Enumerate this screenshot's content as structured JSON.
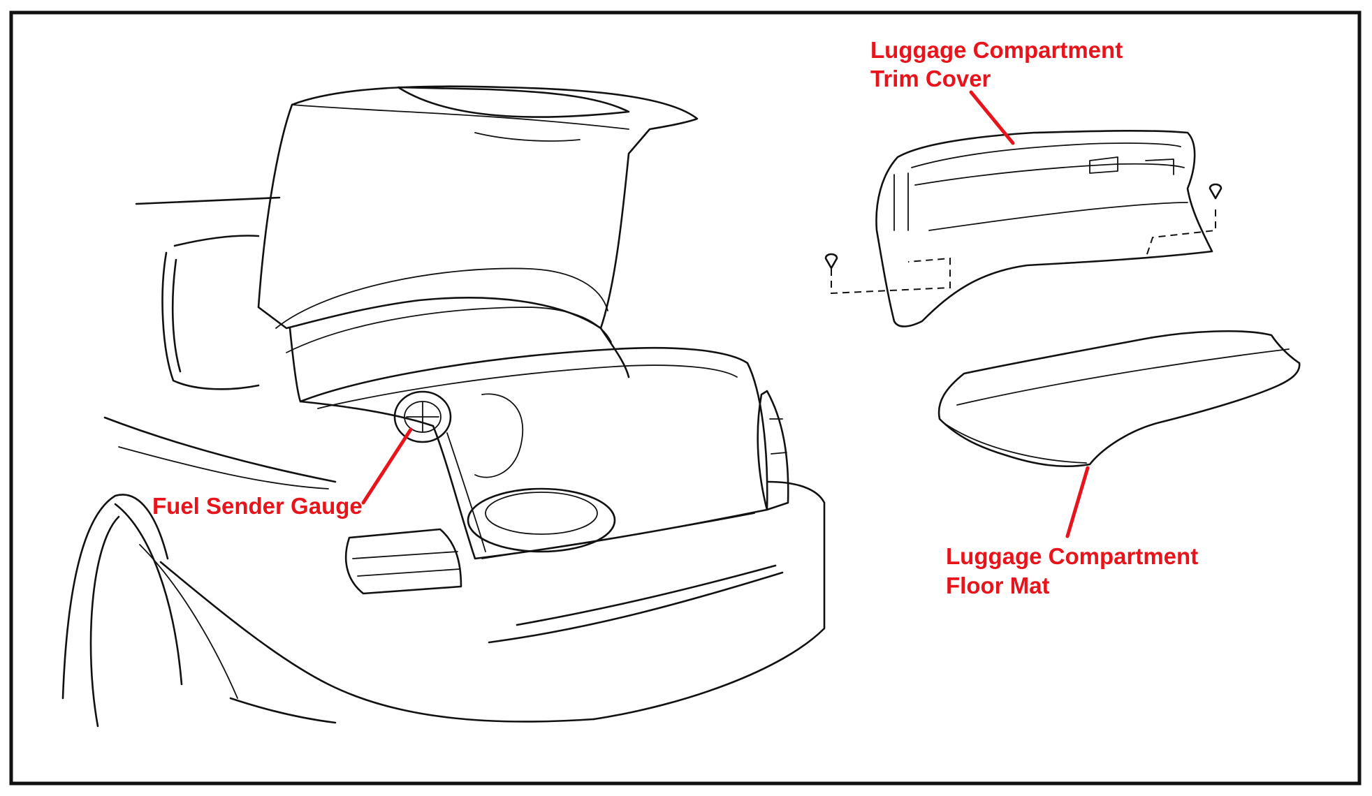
{
  "figure": {
    "labels": {
      "trim_cover_line1": "Luggage Compartment",
      "trim_cover_line2": "Trim Cover",
      "fuel_sender": "Fuel Sender Gauge",
      "floor_mat_line1": "Luggage Compartment",
      "floor_mat_line2": "Floor Mat"
    },
    "colors": {
      "label": "#e8141b",
      "line_art": "#111111",
      "frame": "#111111",
      "background": "#ffffff"
    }
  }
}
